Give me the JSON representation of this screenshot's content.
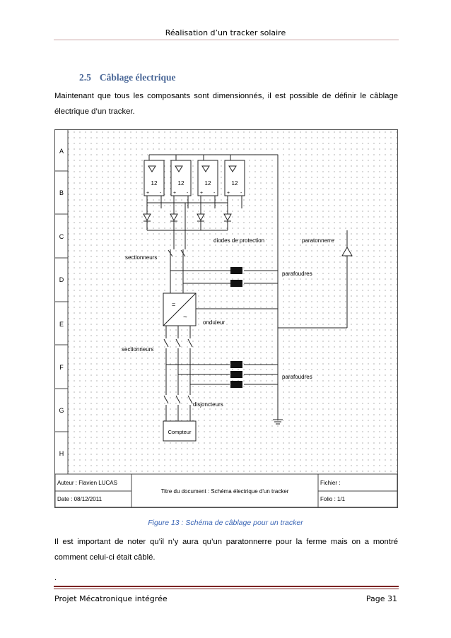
{
  "header": {
    "title": "Réalisation d’un tracker solaire"
  },
  "section": {
    "number": "2.5",
    "title": "Câblage électrique"
  },
  "paragraphs": {
    "intro": "Maintenant que tous les composants sont dimensionnés, il est possible de définir le câblage électrique d’un tracker.",
    "after": "Il est important de noter  qu’il n’y aura qu’un paratonnerre pour la ferme mais on a montré comment celui-ci était câblé.",
    "dot": "."
  },
  "figure": {
    "caption": "Figure 13 : Schéma de câblage pour un tracker",
    "row_labels": [
      "A",
      "B",
      "C",
      "D",
      "E",
      "F",
      "G",
      "H"
    ],
    "panel_label": "12",
    "labels": {
      "diodes": "diodes de protection",
      "paratonnerre": "paratonnerre",
      "sectionneurs_top": "sectionneurs",
      "parafoudres_top": "parafoudres",
      "onduleur": "onduleur",
      "sectionneurs_bottom": "sectionneurs",
      "parafoudres_bottom": "parafoudres",
      "disjoncteurs": "disjoncteurs",
      "compteur": "Compteur"
    },
    "title_block": {
      "author": "Auteur : Flavien LUCAS",
      "date": "Date : 08/12/2011",
      "doc_title": "Titre du document : Schéma électrique d'un tracker",
      "file": "Fichier :",
      "folio": "Folio : 1/1"
    }
  },
  "footer": {
    "left": "Projet Mécatronique intégrée",
    "right": "Page 31"
  }
}
